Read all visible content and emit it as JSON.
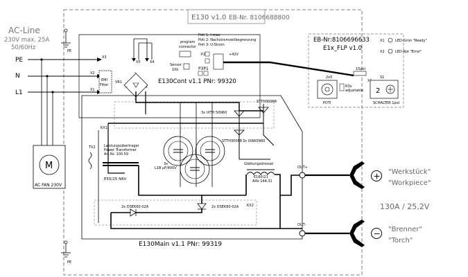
{
  "header": {
    "unit_id": "E130 v1.0",
    "eb_nr": "EB-Nr. 8106688800"
  },
  "ac_line": {
    "title": "AC-Line",
    "spec_1": "230V max. 25A",
    "spec_2": "50/60Hz",
    "terminals": {
      "pe": "PE",
      "n": "N",
      "l1": "L1"
    },
    "pe_label_top": "PE",
    "pe_label_bottom": "PE",
    "x1": "X1",
    "x2": "X2",
    "x3": "X3"
  },
  "fan": {
    "label": "AC FAN 230V",
    "symbol": "M"
  },
  "control_board": {
    "terminals": {
      "x5": "X5",
      "x4": "X4"
    },
    "program_connector": [
      "program",
      "connector"
    ],
    "pots": [
      "Poti 1: I-max",
      "Poti 2: Nachstromzeitbegrenzung",
      "Poti 3: U-Strom"
    ],
    "sensor": [
      "Sensor",
      "10k"
    ],
    "p2": "P2",
    "p3p1": "P3P1",
    "plus42": "+42V",
    "title": "E130Cont v1.1 PNr: 99320",
    "emi": [
      "EMI",
      "Filter"
    ],
    "vr": "VR1"
  },
  "main_board": {
    "kx1": "KX1",
    "kx2": "KX2",
    "transformer": [
      "Leistungsübertrager",
      "Power Transformer",
      "Art.Nr. 100.59"
    ],
    "tv2": "TV2",
    "rec": "E55/25 N6V",
    "caps": [
      "3x",
      "L1B µF/400V"
    ],
    "mosfet_top": "3x IXTH 50N60",
    "mosfet_mid": "3x IXRA5N60",
    "diode_top": "STTH3006R",
    "diode_mid": "STTH3006R",
    "choke": [
      "Glättungsdrossel",
      "E160/21",
      "Alfe 144.31"
    ],
    "rect_left": "2x DSEK60-02A",
    "rect_right": "2x DSEK60-02A",
    "title": "E130Main v1.1 PNr: 99319"
  },
  "flp": {
    "eb_nr": "EB-Nr:8106696633",
    "title": "E1x_FLP v1.0",
    "x1": "X1",
    "x2": "X2",
    "led_green": "LED-Grün \"Ready\"",
    "led_red": "LED-Rot  \"Error\"",
    "x3": "X1",
    "poti_label": "POTI",
    "s1": "S1",
    "schalter": "SCHALTER 1pol",
    "r_label": "2x5",
    "r_adj": [
      "R3x",
      "adjustable"
    ],
    "spk": "15pol"
  },
  "outputs": {
    "out_plus": "OUT+",
    "out_minus": "OUT-",
    "plus_symbol": "+",
    "minus_symbol": "−",
    "plus_de": "\"Werkstück\"",
    "plus_en": "\"Workpiece\"",
    "minus_de": "\"Brenner\"",
    "minus_en": "\"Torch\"",
    "rating": "130A / 25,2V"
  }
}
